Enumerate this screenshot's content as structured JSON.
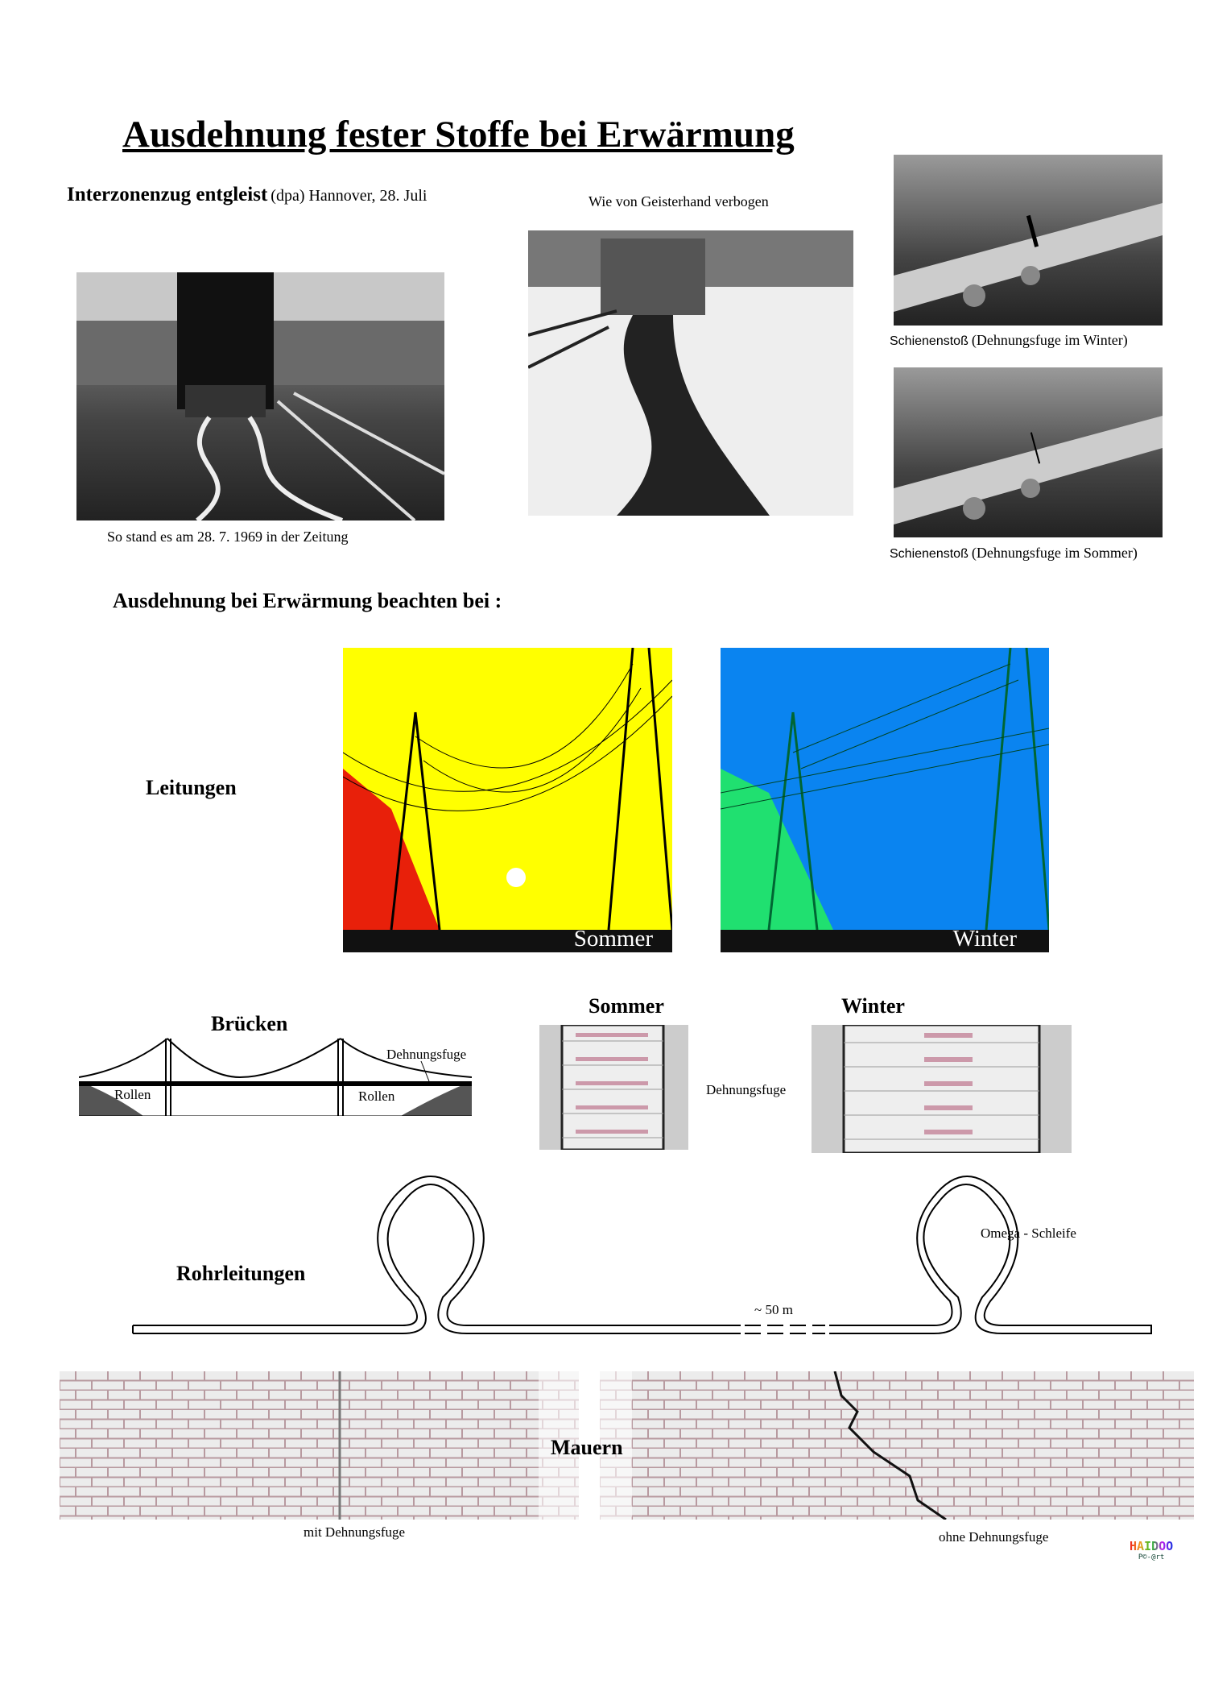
{
  "title": "Ausdehnung fester Stoffe bei Erwärmung",
  "news": {
    "headline": "Interzonenzug entgleist",
    "source": "(dpa) Hannover, 28. Juli",
    "photo1_caption": "So stand es am 28. 7. 1969 in der Zeitung",
    "photo2_caption": "Wie von Geisterhand verbogen"
  },
  "rail_joints": {
    "winter_caption_a": "Schienenstoß",
    "winter_caption_b": "(Dehnungsfuge im  Winter)",
    "summer_caption_a": "Schienenstoß",
    "summer_caption_b": "(Dehnungsfuge im  Sommer)"
  },
  "section_heading": "Ausdehnung bei Erwärmung beachten bei :",
  "leitungen": {
    "label": "Leitungen",
    "summer": "Sommer",
    "winter": "Winter"
  },
  "bruecken": {
    "label": "Brücken",
    "joint": "Dehnungsfuge",
    "roller_left": "Rollen",
    "roller_right": "Rollen",
    "summer": "Sommer",
    "winter": "Winter",
    "joint_center": "Dehnungsfuge"
  },
  "rohrleitungen": {
    "label": "Rohrleitungen",
    "omega": "Omega - Schleife",
    "distance": "~ 50 m"
  },
  "mauern": {
    "label": "Mauern",
    "with_joint": "mit Dehnungsfuge",
    "without_joint": "ohne Dehnungsfuge"
  },
  "logo": {
    "top": "HAIDOO",
    "bottom": "P©-@rt"
  },
  "colors": {
    "summer_sky": "#ffff00",
    "summer_ground": "#e8200a",
    "winter_sky": "#0a84f0",
    "winter_ground": "#20e070"
  }
}
